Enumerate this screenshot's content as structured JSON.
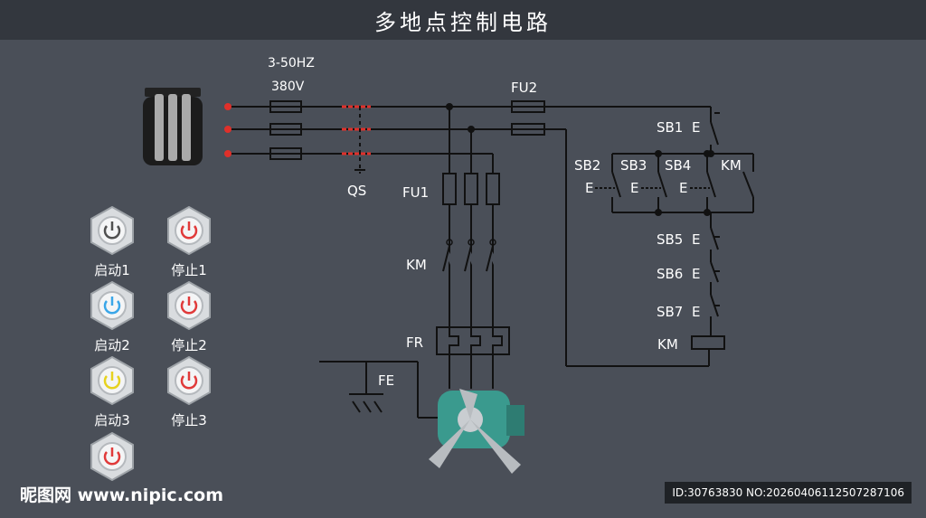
{
  "title": "多地点控制电路",
  "supply": {
    "frequency": "3-50HZ",
    "voltage": "380V"
  },
  "labels": {
    "qs": "QS",
    "fu1": "FU1",
    "fu2": "FU2",
    "km_main": "KM",
    "fr": "FR",
    "fe": "FE",
    "sb1": "SB1",
    "sb2": "SB2",
    "sb3": "SB3",
    "sb4": "SB4",
    "km_aux": "KM",
    "sb5": "SB5",
    "sb6": "SB6",
    "sb7": "SB7",
    "km_coil": "KM",
    "e": "E"
  },
  "buttons": [
    {
      "label": "启动1",
      "color": "#505050"
    },
    {
      "label": "停止1",
      "color": "#e03a3a"
    },
    {
      "label": "启动2",
      "color": "#3aa6e8"
    },
    {
      "label": "停止2",
      "color": "#e03a3a"
    },
    {
      "label": "启动3",
      "color": "#e6d21f"
    },
    {
      "label": "停止3",
      "color": "#e03a3a"
    },
    {
      "label": "",
      "color": "#e03a3a"
    }
  ],
  "watermark": {
    "logo": "昵图网 www.nipic.com",
    "id": "ID:30763830 NO:20260406112507287106"
  },
  "colors": {
    "background": "#4a4f58",
    "titlebar": "#33373e",
    "wire": "#111111",
    "terminal": "#e0302a",
    "label": "#ffffff",
    "motor": "#3a9a8e"
  }
}
